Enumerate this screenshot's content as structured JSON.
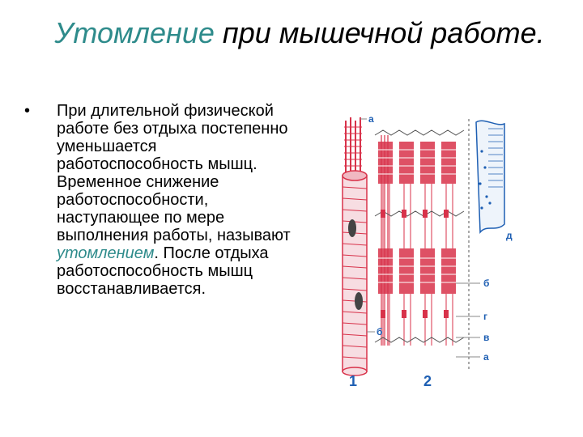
{
  "slide": {
    "title_accent": "Утомление",
    "title_rest": " при мышечной работе.",
    "bullet": "•",
    "body_part1": "При длительной физической работе без отдыха постепенно уменьшается работоспособность мышц. Временное снижение работоспособности, наступающее по мере выполнения работы, называют ",
    "body_accent": "утомлением",
    "body_part2": ". После отдыха работоспособность мышц восстанавливается."
  },
  "figure": {
    "labels": {
      "a_top": "а",
      "d": "д",
      "b_right": "б",
      "g": "г",
      "v": "в",
      "a_bottom": "а",
      "b_left": "б",
      "one": "1",
      "two": "2"
    }
  },
  "colors": {
    "accent": "#2e8b8b",
    "fiber": "#d8324a",
    "label": "#1e5fb3"
  }
}
